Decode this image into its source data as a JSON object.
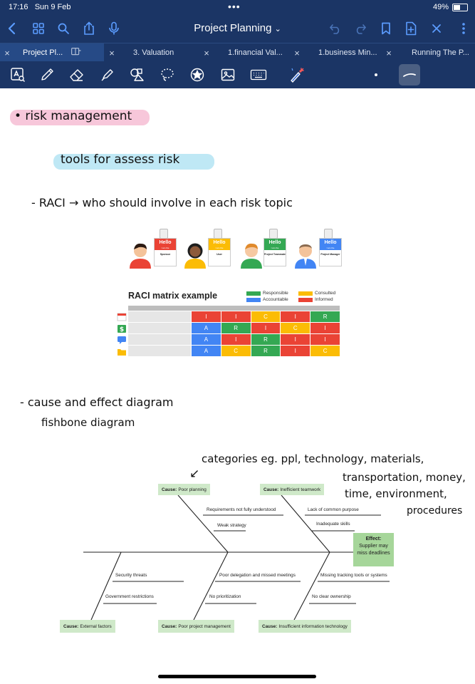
{
  "status_bar": {
    "time": "17:16",
    "date": "Sun 9 Feb",
    "battery": "49%",
    "battery_level": 0.49
  },
  "nav": {
    "title": "Project Planning",
    "title_caret": "⌄"
  },
  "tabs": [
    {
      "label": "Project Pl...",
      "active": true
    },
    {
      "label": "3. Valuation"
    },
    {
      "label": "1.financial Val..."
    },
    {
      "label": "1.business Min..."
    },
    {
      "label": "Running The P..."
    }
  ],
  "notes": {
    "heading": "• risk management",
    "subheading": "tools for assess risk",
    "raci_line": "- RACI → who should involve in each risk topic",
    "cause_line": "- cause and effect diagram",
    "fishbone_line": "fishbone diagram",
    "annotation": {
      "line1": "categories eg. ppl, technology, materials,",
      "line2": "transportation, money,",
      "line3": "time, environment,",
      "line4": "procedures",
      "arrow": "↙"
    }
  },
  "raci": {
    "title": "RACI matrix example",
    "legend": {
      "responsible": "Responsible",
      "accountable": "Accountable",
      "consulted": "Consulted",
      "informed": "Informed"
    },
    "colors": {
      "R": "#34a853",
      "A": "#4285f4",
      "C": "#fbbc05",
      "I": "#ea4335"
    },
    "badges": [
      {
        "hello": "Hello",
        "sub": "I am the",
        "role": "Sponsor",
        "color": "#ea4335"
      },
      {
        "hello": "Hello",
        "sub": "I am the",
        "role": "User",
        "color": "#fbbc05"
      },
      {
        "hello": "Hello",
        "sub": "I am the",
        "role": "Project Teammate",
        "color": "#34a853"
      },
      {
        "hello": "Hello",
        "sub": "I am the",
        "role": "Project Manager",
        "color": "#4285f4"
      }
    ],
    "rows": [
      [
        "I",
        "I",
        "C",
        "I",
        "R"
      ],
      [
        "A",
        "R",
        "I",
        "C",
        "I"
      ],
      [
        "A",
        "I",
        "R",
        "I",
        "I"
      ],
      [
        "A",
        "C",
        "R",
        "I",
        "C"
      ]
    ]
  },
  "fishbone": {
    "effect": {
      "label": "Effect:",
      "text": "Supplier may miss deadlines"
    },
    "causes_top": [
      {
        "label": "Cause:",
        "text": "Poor planning"
      },
      {
        "label": "Cause:",
        "text": "Inefficient teamwork"
      }
    ],
    "causes_bottom": [
      {
        "label": "Cause:",
        "text": "External factors"
      },
      {
        "label": "Cause:",
        "text": "Poor project management"
      },
      {
        "label": "Cause:",
        "text": "Insufficient information technology"
      }
    ],
    "subcauses": {
      "planning_1": "Requirements not fully understood",
      "planning_2": "Weak strategy",
      "teamwork_1": "Lack of common purpose",
      "teamwork_2": "Inadequate skills",
      "external_1": "Security threats",
      "external_2": "Government restrictions",
      "pm_1": "Poor delegation and missed meetings",
      "pm_2": "No prioritization",
      "it_1": "Missing tracking tools or systems",
      "it_2": "No clear ownership"
    }
  }
}
